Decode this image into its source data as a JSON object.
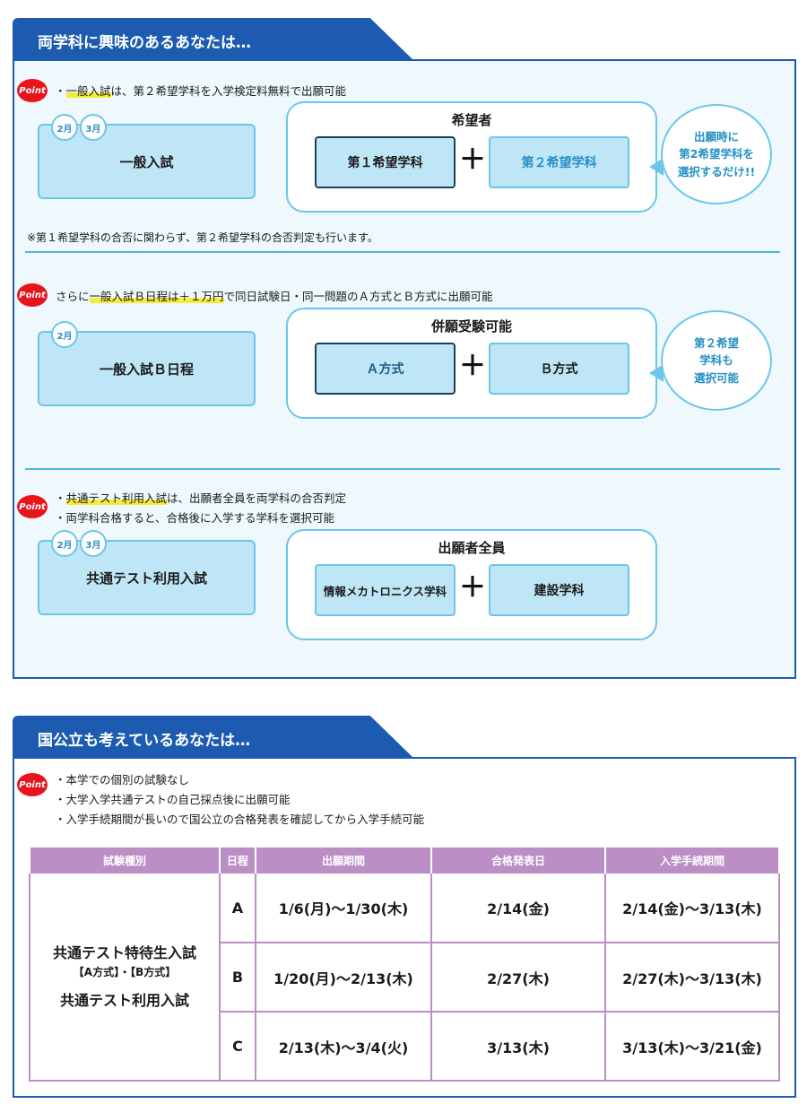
{
  "section1": {
    "title": "両学科に興味のあるあなたは…",
    "block1": {
      "badge": "Point",
      "point_text_pre": "・",
      "point_text_highlight": "一般入試",
      "point_text_post": "は、第２希望学科を入学検定料無料で出願可能",
      "months": [
        "2月",
        "3月"
      ],
      "exam": "一般入試",
      "group_title": "希望者",
      "option_a": "第１希望学科",
      "plus": "＋",
      "option_b": "第２希望学科",
      "bubble": [
        "出願時に",
        "第2希望学科を",
        "選択するだけ!!"
      ],
      "note": "※第１希望学科の合否に関わらず、第２希望学科の合否判定も行います。"
    },
    "block2": {
      "badge": "Point",
      "point_text_pre": "さらに",
      "point_text_highlight": "一般入試Ｂ日程は＋１万円",
      "point_text_post": "で同日試験日・同一問題のＡ方式とＢ方式に出願可能",
      "months": [
        "2月"
      ],
      "exam": "一般入試Ｂ日程",
      "group_title": "併願受験可能",
      "option_a": "Ａ方式",
      "plus": "＋",
      "option_b": "Ｂ方式",
      "bubble": [
        "第２希望",
        "学科も",
        "選択可能"
      ]
    },
    "block3": {
      "badge": "Point",
      "line1_pre": "・",
      "line1_highlight": "共通テスト利用入試",
      "line1_post": "は、出願者全員を両学科の合否判定",
      "line2": "・両学科合格すると、合格後に入学する学科を選択可能",
      "months": [
        "2月",
        "3月"
      ],
      "exam": "共通テスト利用入試",
      "group_title": "出願者全員",
      "option_a": "情報メカトロニクス学科",
      "plus": "＋",
      "option_b": "建設学科"
    }
  },
  "section2": {
    "title": "国公立も考えているあなたは…",
    "badge": "Point",
    "points": [
      "・本学での個別の試験なし",
      "・大学入学共通テストの自己採点後に出願可能",
      "・入学手続期間が長いので国公立の合格発表を確認してから入学手続可能"
    ],
    "table": {
      "headers": [
        "試験種別",
        "日程",
        "出願期間",
        "合格発表日",
        "入学手続期間"
      ],
      "type_lines": [
        "共通テスト特待生入試",
        "【A方式】・【B方式】",
        "共通テスト利用入試"
      ],
      "rows": [
        {
          "schedule": "A",
          "application": "1/6(月)〜1/30(木)",
          "result": "2/14(金)",
          "enrollment": "2/14(金)〜3/13(木)"
        },
        {
          "schedule": "B",
          "application": "1/20(月)〜2/13(木)",
          "result": "2/27(木)",
          "enrollment": "2/27(木)〜3/13(木)"
        },
        {
          "schedule": "C",
          "application": "2/13(木)〜3/4(火)",
          "result": "3/13(木)",
          "enrollment": "3/13(木)〜3/21(金)"
        }
      ]
    }
  }
}
